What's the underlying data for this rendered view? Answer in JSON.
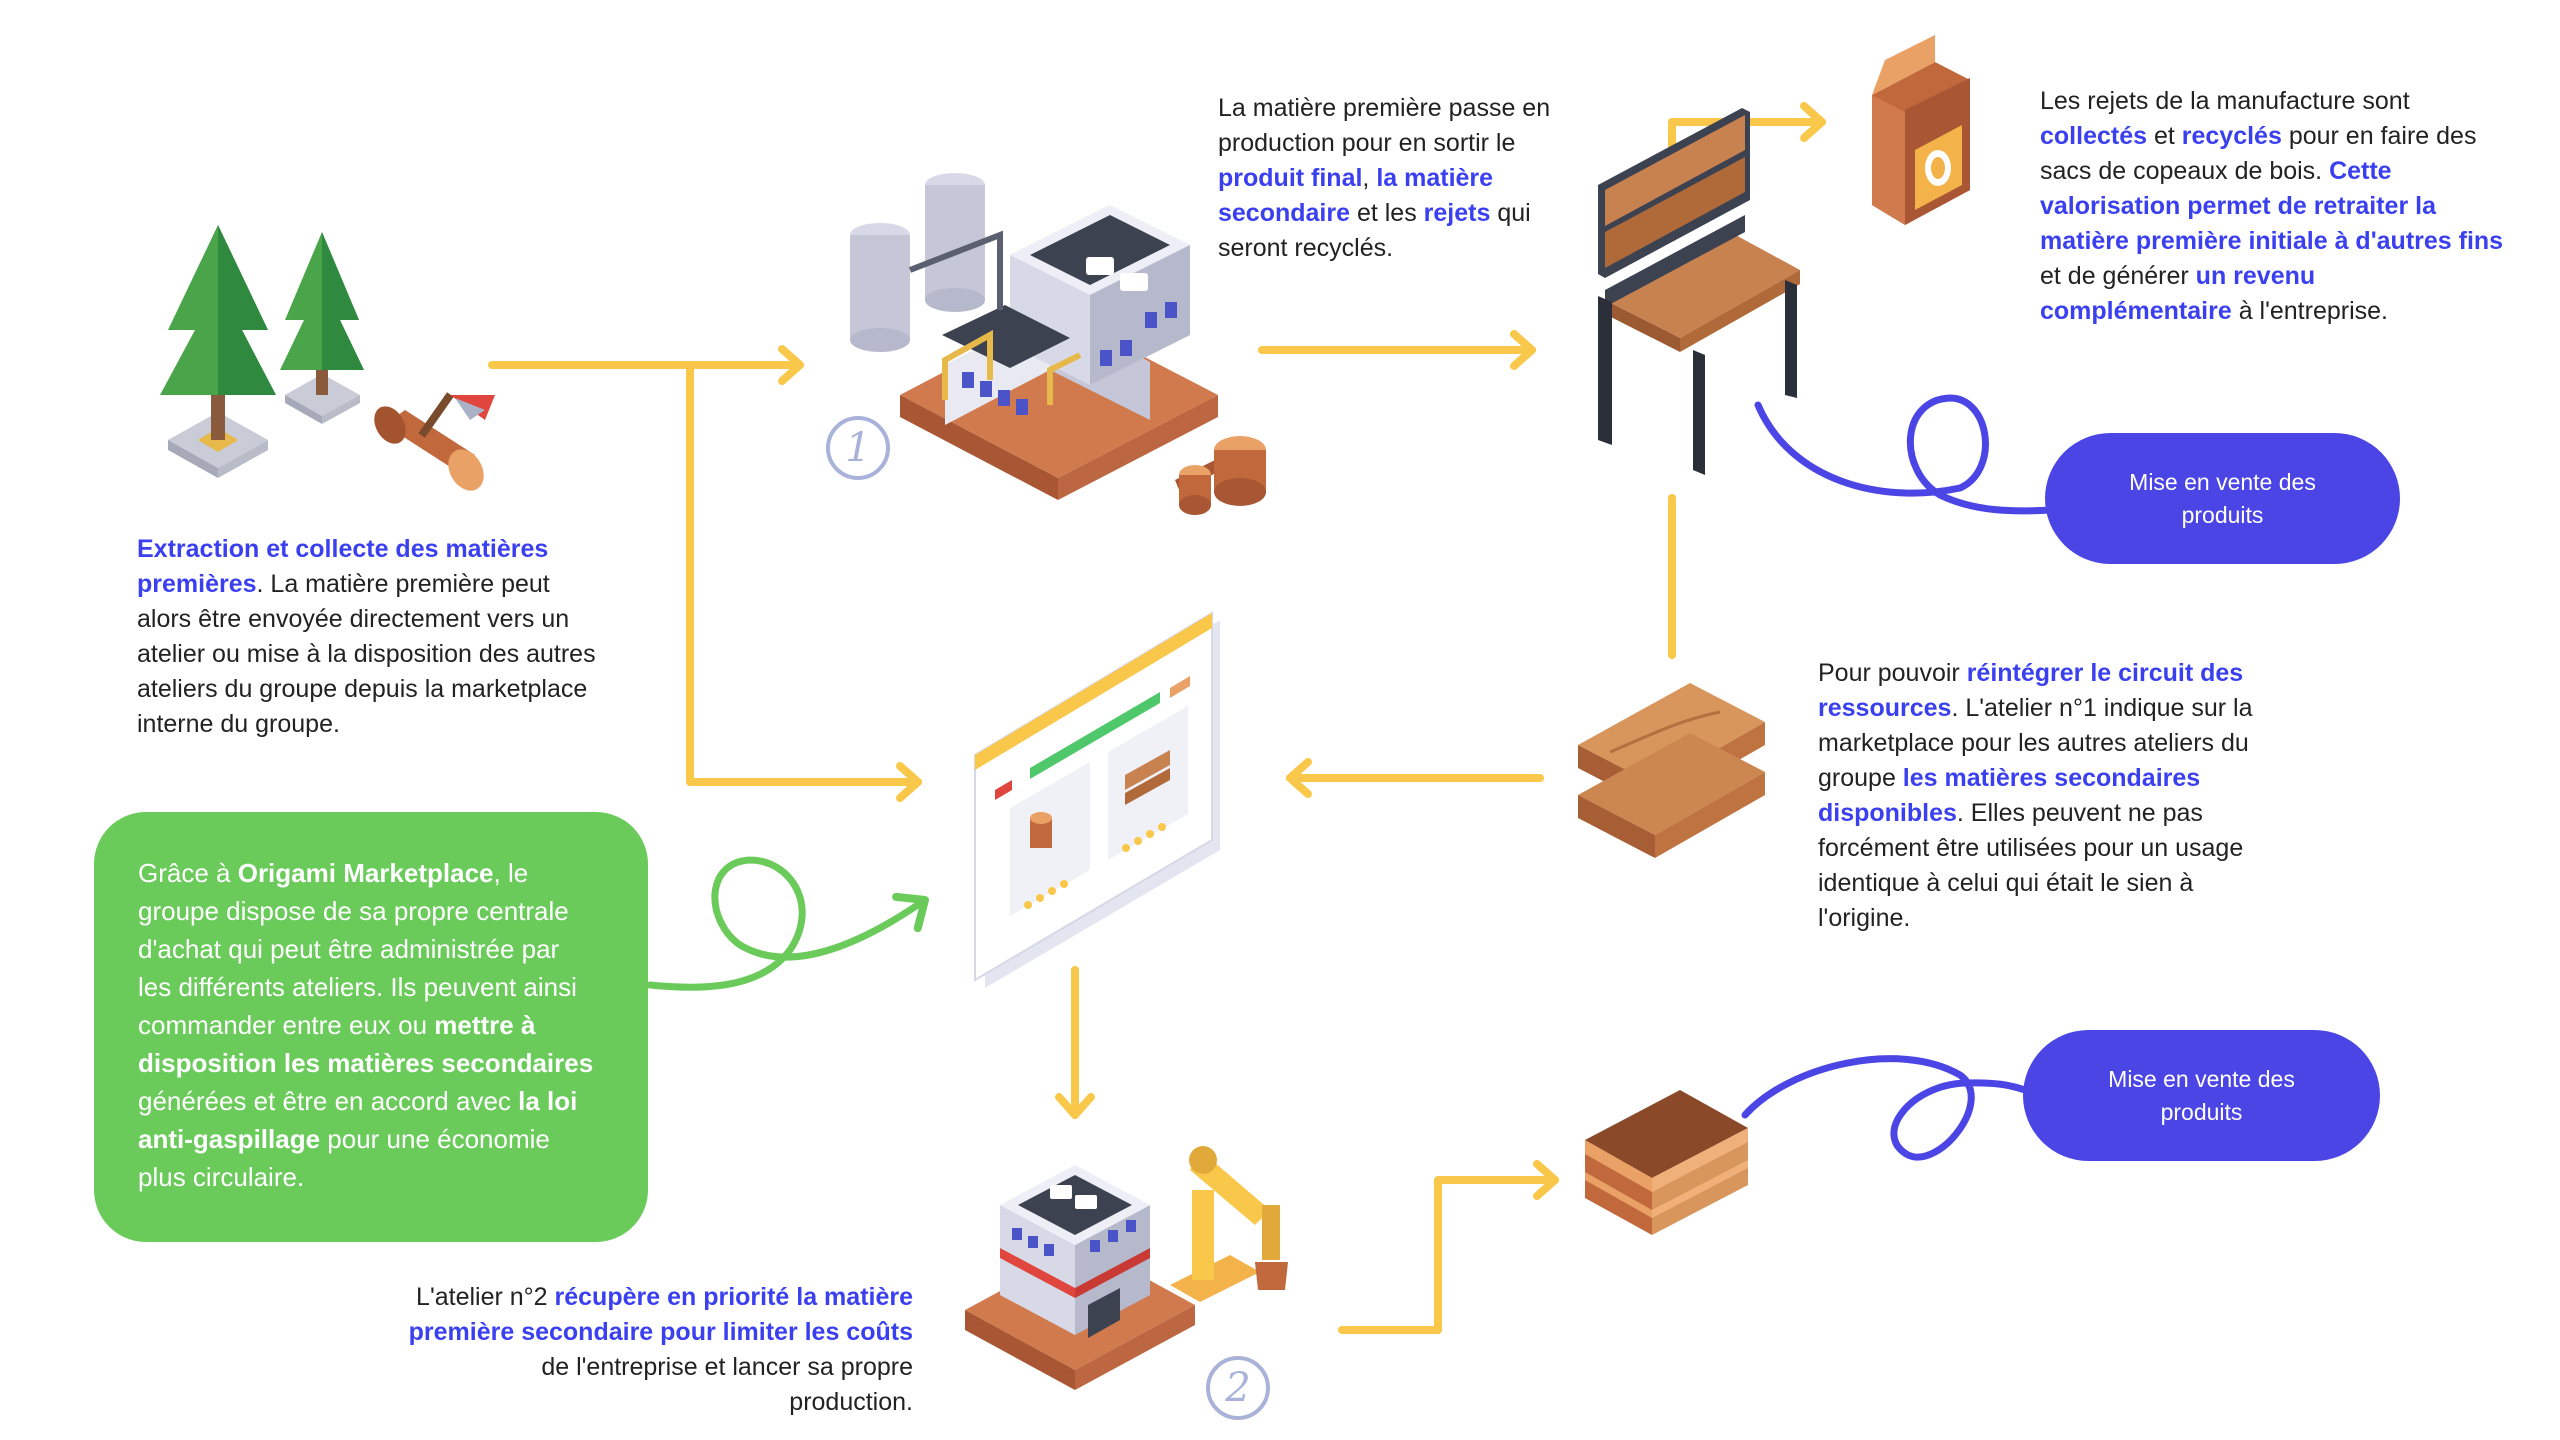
{
  "extraction": {
    "l1_hl": "Extraction et collecte des matières",
    "l2_hl": "premières",
    "l2_rest": ". La matière première peut",
    "l3": "alors être envoyée directement vers un",
    "l4": "atelier ou mise à la disposition des autres",
    "l5": "ateliers du groupe depuis la marketplace",
    "l6": "interne du groupe."
  },
  "production": {
    "l1": "La matière première passe en",
    "l2": "production pour en sortir le",
    "l3_hl": "produit final",
    "l3_mid": ", ",
    "l3_hl2": "la matière",
    "l4_hl": "secondaire",
    "l4_mid": " et les ",
    "l4_hl2": "rejets",
    "l4_rest": " qui",
    "l5": "seront recyclés."
  },
  "recycling": {
    "l1": "Les rejets de la manufacture sont",
    "l2_hl": "collectés",
    "l2_mid": " et ",
    "l2_hl2": "recyclés",
    "l2_rest": " pour en faire des",
    "l3": "sacs de copeaux de bois. ",
    "l3_hl": "Cette",
    "l4_hl": "valorisation permet de retraiter la",
    "l5_hl": "matière première initiale à d'autres fins",
    "l6": "et de générer ",
    "l6_hl": "un revenu",
    "l7_hl": "complémentaire",
    "l7_rest": " à l'entreprise."
  },
  "reintegration": {
    "l1": "Pour pouvoir ",
    "l1_hl": "réintégrer le circuit des",
    "l2_hl": "ressources",
    "l2_rest": ". L'atelier n°1 indique sur la",
    "l3": "marketplace pour les autres ateliers du",
    "l4": "groupe ",
    "l4_hl": "les matières secondaires",
    "l5_hl": "disponibles",
    "l5_rest": ". Elles peuvent ne pas",
    "l6": "forcément être utilisées pour un usage",
    "l7": "identique à celui qui était le sien à",
    "l8": "l'origine."
  },
  "marketplace_card": {
    "l1": "Grâce à ",
    "l1_hl": "Origami Marketplace",
    "l1_rest": ", le",
    "l2": "groupe dispose de sa propre centrale",
    "l3": "d'achat qui peut être administrée par",
    "l4": "les différents ateliers. Ils peuvent ainsi",
    "l5": "commander entre eux ou ",
    "l5_hl": "mettre à",
    "l6_hl": "disposition les matières secondaires",
    "l7": "générées et être en accord avec ",
    "l7_hl": "la loi",
    "l8_hl": "anti-gaspillage",
    "l8_rest": " pour une économie",
    "l9": "plus circulaire."
  },
  "atelier2": {
    "l1": "L'atelier n°2 ",
    "l1_hl": "récupère en priorité la matière",
    "l2_hl": "première secondaire pour limiter les coûts",
    "l3": "de l'entreprise et lancer sa propre",
    "l4": "production."
  },
  "sale_pill_1": {
    "l1": "Mise en vente des",
    "l2": "produits"
  },
  "sale_pill_2": {
    "l1": "Mise en vente des",
    "l2": "produits"
  },
  "step_numbers": {
    "first": "1",
    "second": "2"
  },
  "colors": {
    "highlight": "#3a3ff0",
    "arrow": "#f9c84a",
    "pill": "#4b45e6",
    "card": "#6acb5b",
    "swirl_blue": "#4b45e6",
    "swirl_green": "#6acb5b"
  }
}
